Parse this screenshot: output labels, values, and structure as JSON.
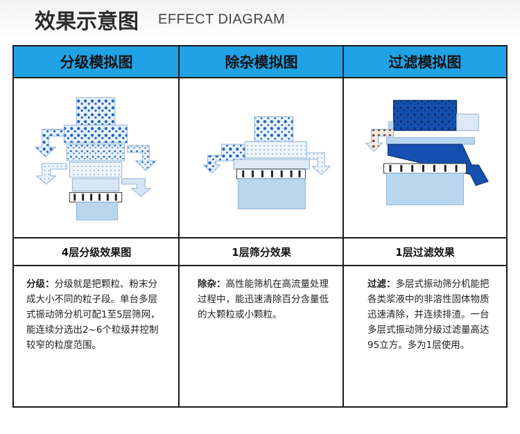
{
  "header": {
    "title_cn": "效果示意图",
    "title_en": "EFFECT DIAGRAM"
  },
  "columns": [
    {
      "heading": "分级模拟图",
      "caption": "4层分级效果图",
      "desc_label": "分级",
      "desc_colon": "：",
      "desc_text": "分级就是把颗粒、粉末分成大小不同的粒子段。单台多层式振动筛分机可配1至5层筛网，能连续分选出2~6个粒级并控制较窄的粒度范围。"
    },
    {
      "heading": "除杂模拟图",
      "caption": "1层筛分效果",
      "desc_label": "除杂",
      "desc_colon": "：",
      "desc_text": "高性能筛机在高流量处理过程中，能迅速清除百分含量低的大颗粒或小颗粒。"
    },
    {
      "heading": "过滤模拟图",
      "caption": "1层过滤效果",
      "desc_label": "过滤",
      "desc_colon": "：",
      "desc_text": "多层式振动筛分机能把各类浆液中的非溶性固体物质迅速清除，并连续排渣。一台多层式振动筛分级过滤量高达95立方。多为1层使用。"
    }
  ],
  "colors": {
    "header_blue": "#1fa3e6",
    "machine_light": "#b9d6ee",
    "particle_blue": "#1c5fc4",
    "filter_dark": "#1550b0",
    "particle_brown": "#6b3a1f"
  }
}
